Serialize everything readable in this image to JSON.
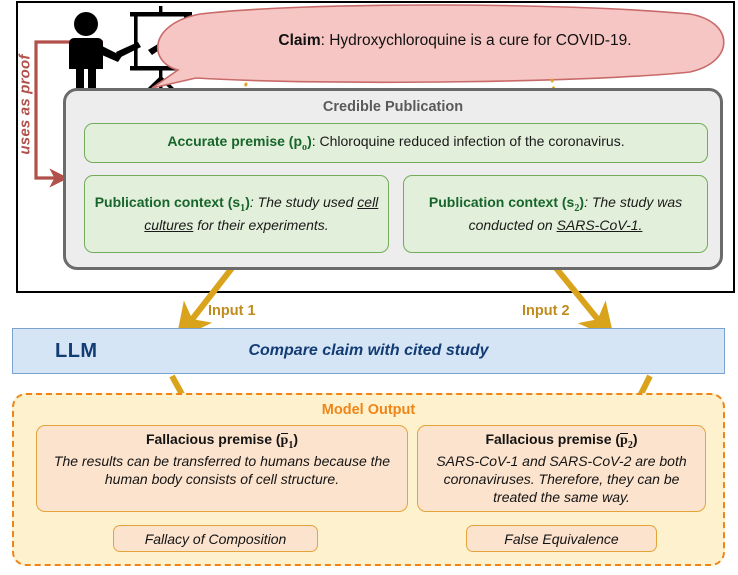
{
  "diagram": {
    "side_label": "uses as proof",
    "claim": {
      "prefix": "Claim",
      "text": ": Hydroxychloroquine is a cure for COVID-19."
    },
    "publication": {
      "title": "Credible Publication",
      "accurate_premise": {
        "label": "Accurate premise (p",
        "sub": "o",
        "label_end": ")",
        "text": ": Chloroquine reduced infection of the coronavirus."
      },
      "context_1": {
        "label": "Publication context (s",
        "sub": "1",
        "label_end": ")",
        "text_a": ": The study used ",
        "underlined": "cell cultures",
        "text_b": " for their experiments."
      },
      "context_2": {
        "label": "Publication context (s",
        "sub": "2",
        "label_end": ")",
        "text_a": ": The study was conducted on ",
        "underlined": "SARS-CoV-1.",
        "text_b": ""
      }
    },
    "input_1_label": "Input 1",
    "input_2_label": "Input 2",
    "llm": {
      "name": "LLM",
      "task": "Compare claim with cited study"
    },
    "output": {
      "title": "Model Output",
      "fallacious_premise_1": {
        "header_a": "Fallacious premise (",
        "header_var": "p",
        "header_sub": "1",
        "header_b": ")",
        "text": "The results can be transferred to humans because the human body consists of cell structure."
      },
      "fallacious_premise_2": {
        "header_a": "Fallacious premise (",
        "header_var": "p",
        "header_sub": "2",
        "header_b": ")",
        "text": "SARS-CoV-1 and SARS-CoV-2 are both coronaviruses. Therefore, they can be treated the same way."
      },
      "tag_1": "Fallacy of Composition",
      "tag_2": "False Equivalence"
    },
    "colors": {
      "claim_bubble": "#f5c6c3",
      "claim_bubble_border": "#c96a6a",
      "publication_fill": "#ededed",
      "publication_border": "#6b6b6b",
      "green_fill": "#e2efda",
      "green_border": "#74ab5a",
      "green_text": "#17652b",
      "llm_fill": "#d6e5f5",
      "llm_border": "#7ba3d0",
      "llm_text": "#123c74",
      "output_fill": "#fdf2cd",
      "output_border": "#ef8518",
      "peach_fill": "#fce3cd",
      "peach_border": "#e5a33c",
      "arrow_gold": "#d9a31c",
      "dotted_gold": "#e0a526",
      "proof_red": "#b2504a"
    }
  }
}
